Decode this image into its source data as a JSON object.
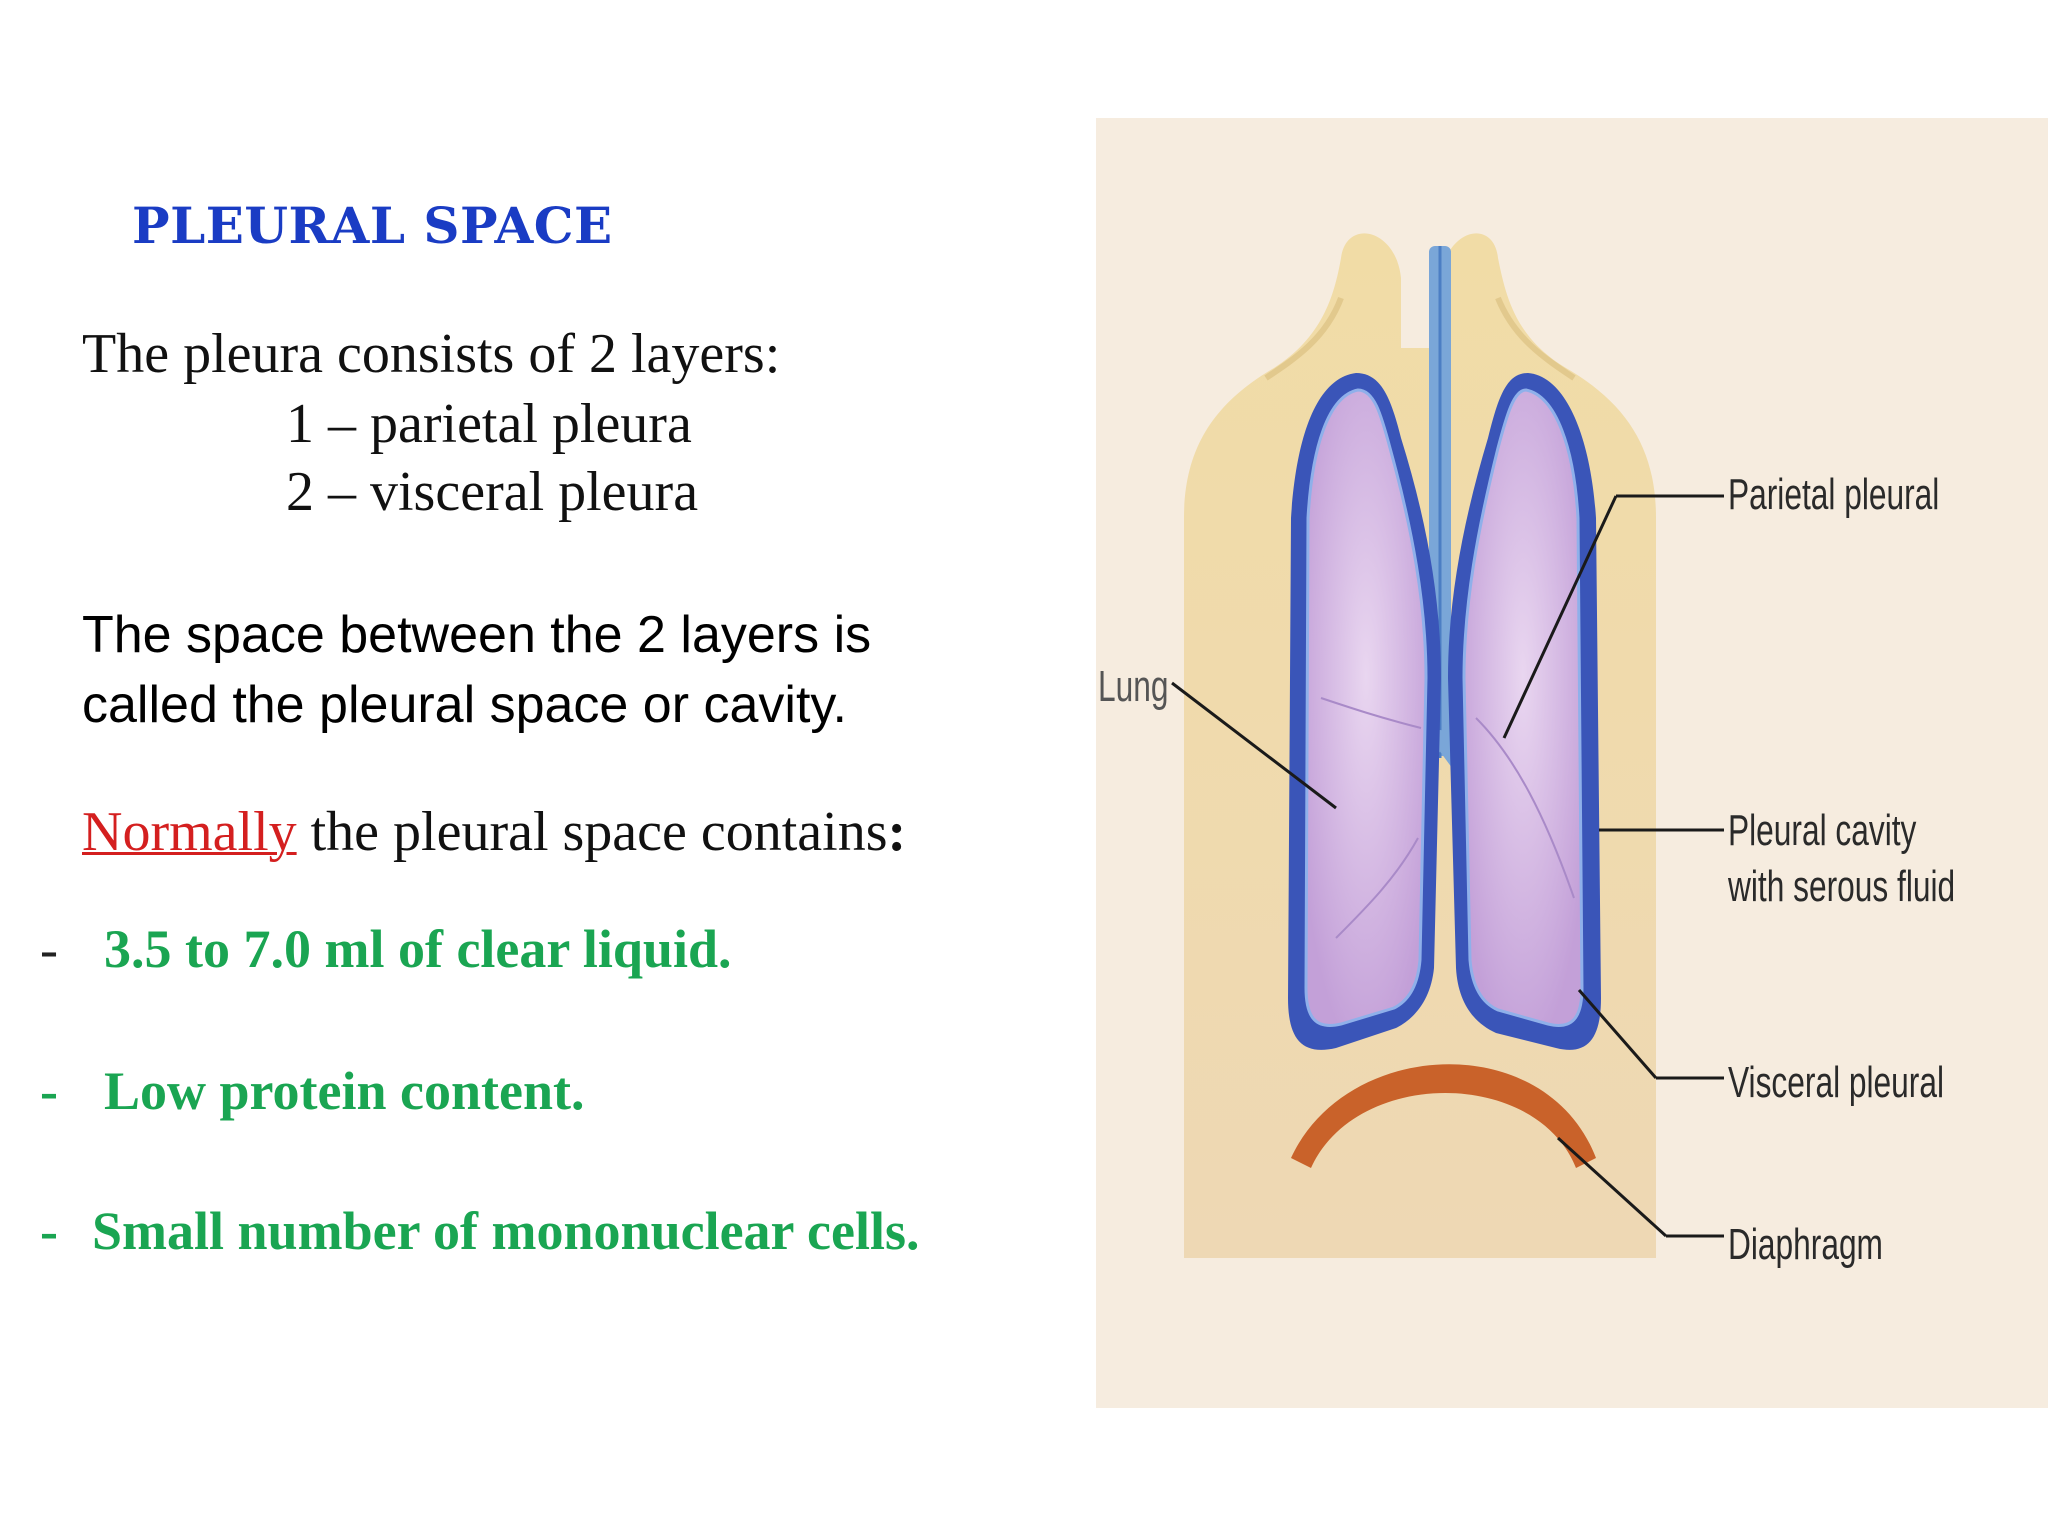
{
  "slide": {
    "title": "PLEURAL SPACE",
    "layers_intro": "The pleura consists of 2 layers:",
    "layers": [
      "1 – parietal pleura",
      "2 – visceral pleura"
    ],
    "space_line1": "The space between the 2 layers is",
    "space_line2": "called the pleural space or cavity.",
    "normally_word": "Normally",
    "normally_rest": " the pleural space contains",
    "normally_colon": ":",
    "contents": [
      {
        "dash": "-",
        "text": "3.5 to 7.0 ml of clear liquid."
      },
      {
        "dash": "-",
        "text": "Low protein content."
      },
      {
        "dash": "-",
        "text": "Small number of mononuclear cells."
      }
    ]
  },
  "figure": {
    "labels": {
      "lung": "Lung",
      "parietal": "Parietal pleural",
      "cavity_line1": "Pleural cavity",
      "cavity_line2": "with serous fluid",
      "visceral": "Visceral pleural",
      "diaphragm": "Diaphragm"
    },
    "colors": {
      "body": "#f1dca6",
      "lung": "#c9a8dc",
      "pleura": "#3a55b8",
      "diaphragm": "#c9622a",
      "trachea": "#7aa6d8"
    }
  }
}
